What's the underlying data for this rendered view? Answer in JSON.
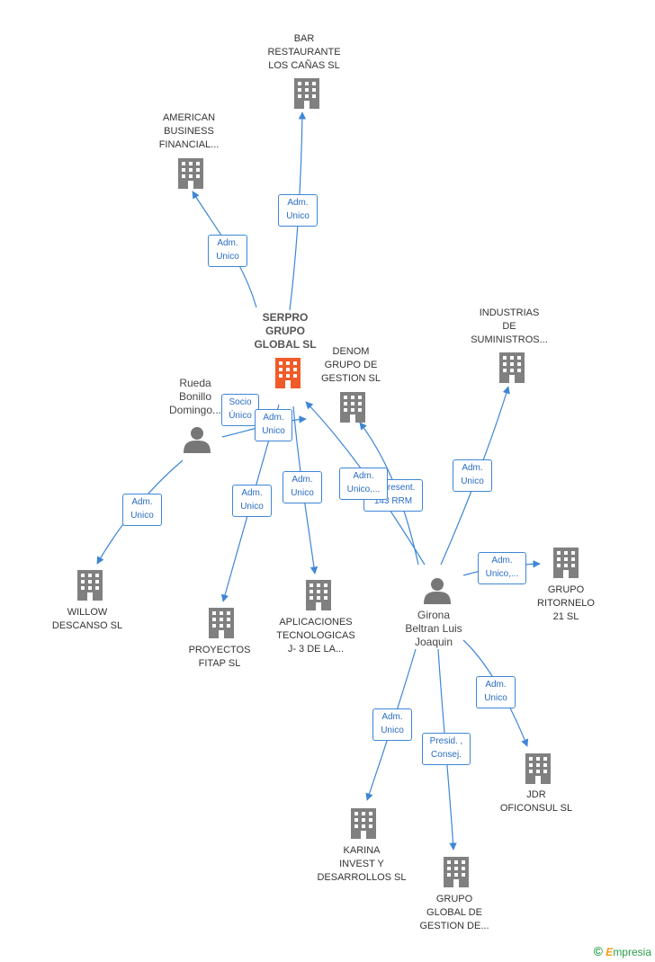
{
  "colors": {
    "company_icon": "#808080",
    "center_icon": "#f15a29",
    "edge": "#3d86d6",
    "person_icon": "#777777"
  },
  "center": {
    "label": "SERPRO\nGRUPO\nGLOBAL SL",
    "icon": "building-icon"
  },
  "companies": {
    "bar": "BAR\nRESTAURANTE\nLOS CAÑAS SL",
    "american": "AMERICAN\nBUSINESS\nFINANCIAL...",
    "denom": "DENOM\nGRUPO DE\nGESTION SL",
    "industrias": "INDUSTRIAS\nDE\nSUMINISTROS...",
    "willow": "WILLOW\nDESCANSO SL",
    "proyectos": "PROYECTOS\nFITAP SL",
    "aplicaciones": "APLICACIONES\nTECNOLOGICAS\nJ- 3 DE LA...",
    "ritornelo": "GRUPO\nRITORNELO\n21 SL",
    "jdr": "JDR\nOFICONSUL SL",
    "karina": "KARINA\nINVEST Y\nDESARROLLOS SL",
    "grupo_global": "GRUPO\nGLOBAL DE\nGESTION DE..."
  },
  "persons": {
    "rueda": "Rueda\nBonillo\nDomingo...",
    "girona": "Girona\nBeltran Luis\nJoaquin"
  },
  "edge_labels": {
    "adm_bar": "Adm.\nUnico",
    "adm_american": "Adm.\nUnico",
    "socio": "Socio\nÚnico",
    "adm_rueda_center": "Adm.\nUnico",
    "adm_willow": "Adm.\nUnico",
    "adm_proyectos": "Adm.\nUnico",
    "adm_aplicaciones": "Adm.\nUnico",
    "represent": "Represent.\n143 RRM",
    "adm_unico_dots": "Adm.\nUnico,...",
    "adm_industrias": "Adm.\nUnico",
    "adm_ritornelo": "Adm.\nUnico,...",
    "adm_jdr": "Adm.\nUnico",
    "adm_karina": "Adm.\nUnico",
    "presid": "Presid. ,\nConsej."
  },
  "brand": {
    "symbol": "©",
    "initial": "E",
    "name": "mpresia"
  }
}
